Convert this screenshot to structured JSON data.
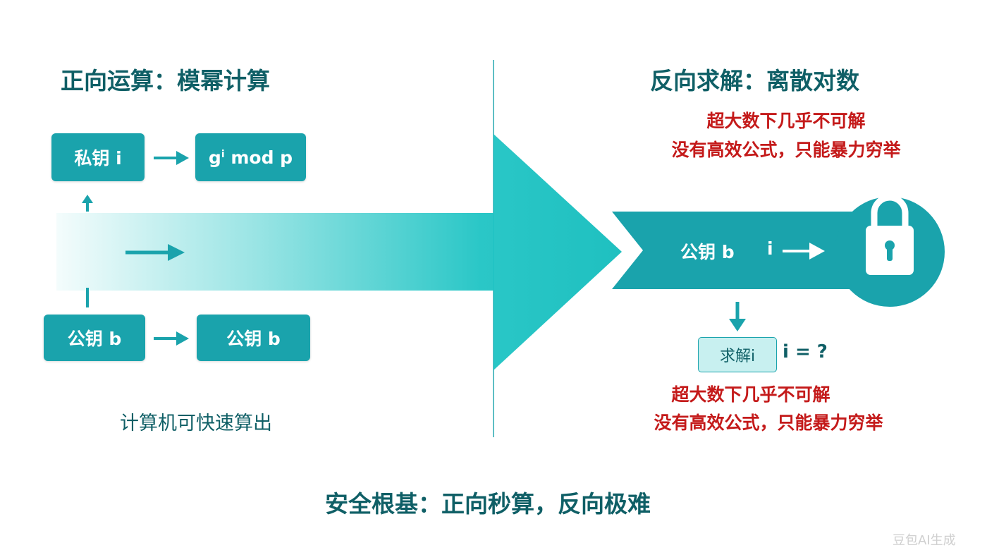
{
  "left": {
    "title": "正向运算：模幂计算",
    "private_key_box": "私钥 i",
    "result_box_base": "g",
    "result_box_sup": "i",
    "result_box_rest": " mod p",
    "public_key_box": "公钥 b",
    "public_key_box_2": "公钥 b",
    "caption": "计算机可快速算出"
  },
  "right": {
    "title": "反向求解：离散对数",
    "note_top_line1": "超大数下几乎不可解",
    "note_top_line2": "没有高效公式，只能暴力穷举",
    "band_label": "公钥 b",
    "band_var": "i",
    "solve_box": "求解i",
    "equation": "i = ?",
    "note_bottom_line1": "超大数下几乎不可解",
    "note_bottom_line2": "没有高效公式，只能暴力穷举"
  },
  "footer": {
    "summary": "安全根基：正向秒算，反向极难"
  },
  "watermark": "豆包AI生成",
  "icons": {
    "lock": "padlock-icon"
  },
  "colors": {
    "teal": "#1aa3ac",
    "dark_teal": "#0f5f66",
    "red": "#c41a1a",
    "light_box": "#c8f0f0"
  }
}
